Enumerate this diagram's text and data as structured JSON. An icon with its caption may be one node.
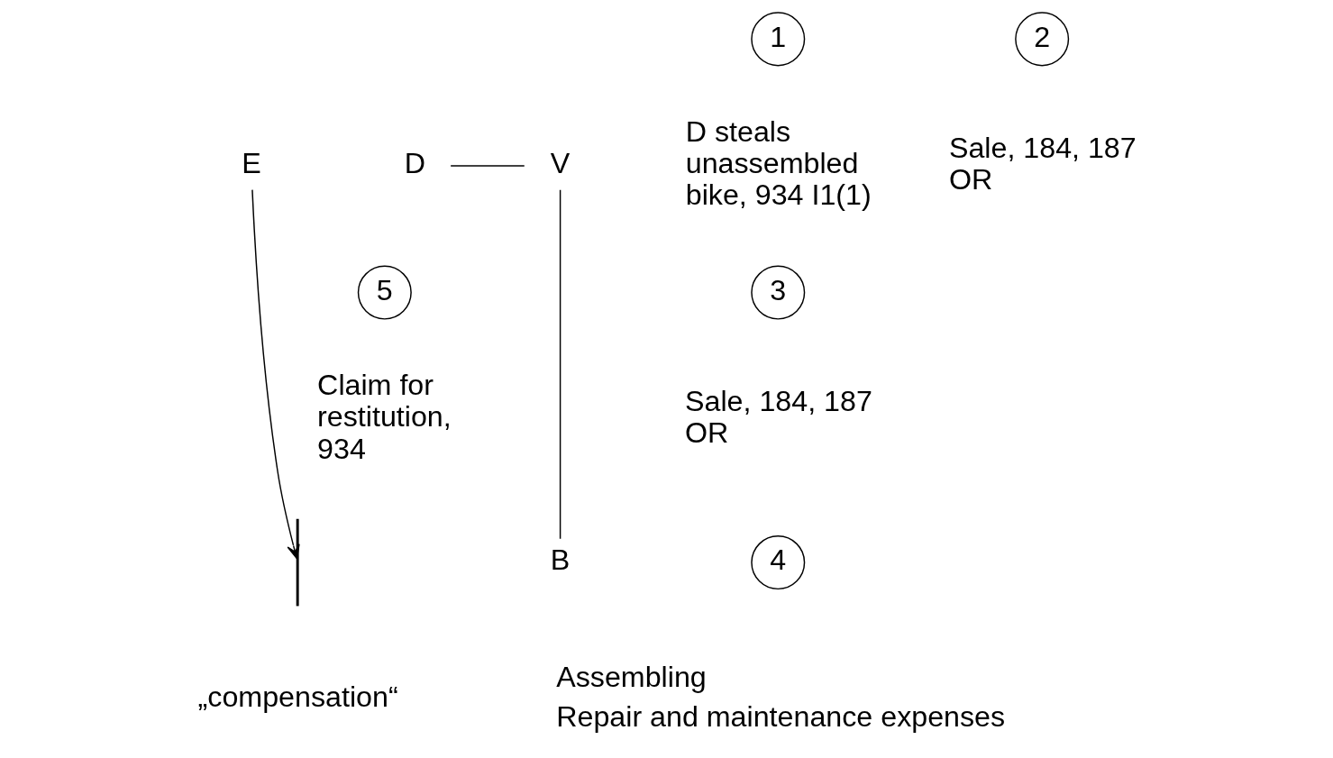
{
  "diagram": {
    "nodes": [
      {
        "text": [
          "E"
        ]
      },
      {
        "text": [
          "D"
        ]
      },
      {
        "text": [
          "V"
        ]
      },
      {
        "text": [
          "B"
        ]
      },
      {
        "text": [],
        "shape": "bar",
        "beside": [
          "„compensation“"
        ]
      },
      {
        "text": [
          "1"
        ],
        "beside": [
          "D steals unassembled bike, 934 I1(1)"
        ]
      },
      {
        "text": [
          "2"
        ],
        "beside": [
          "Sale, 184, 187 OR"
        ]
      },
      {
        "text": [
          "3"
        ],
        "beside": [
          "Sale, 184, 187 OR"
        ]
      },
      {
        "text": [
          "4"
        ],
        "beside": [
          "Assembling",
          "Repair and maintenance expenses"
        ]
      },
      {
        "text": [
          "5"
        ],
        "beside": [
          "Claim for restitution, 934"
        ]
      }
    ],
    "edges": [
      {
        "from": 1,
        "to": 2,
        "arrow": "none"
      },
      {
        "from": 2,
        "to": 3,
        "arrow": "none"
      },
      {
        "from": 0,
        "to": 4,
        "arrow": "to"
      }
    ]
  }
}
